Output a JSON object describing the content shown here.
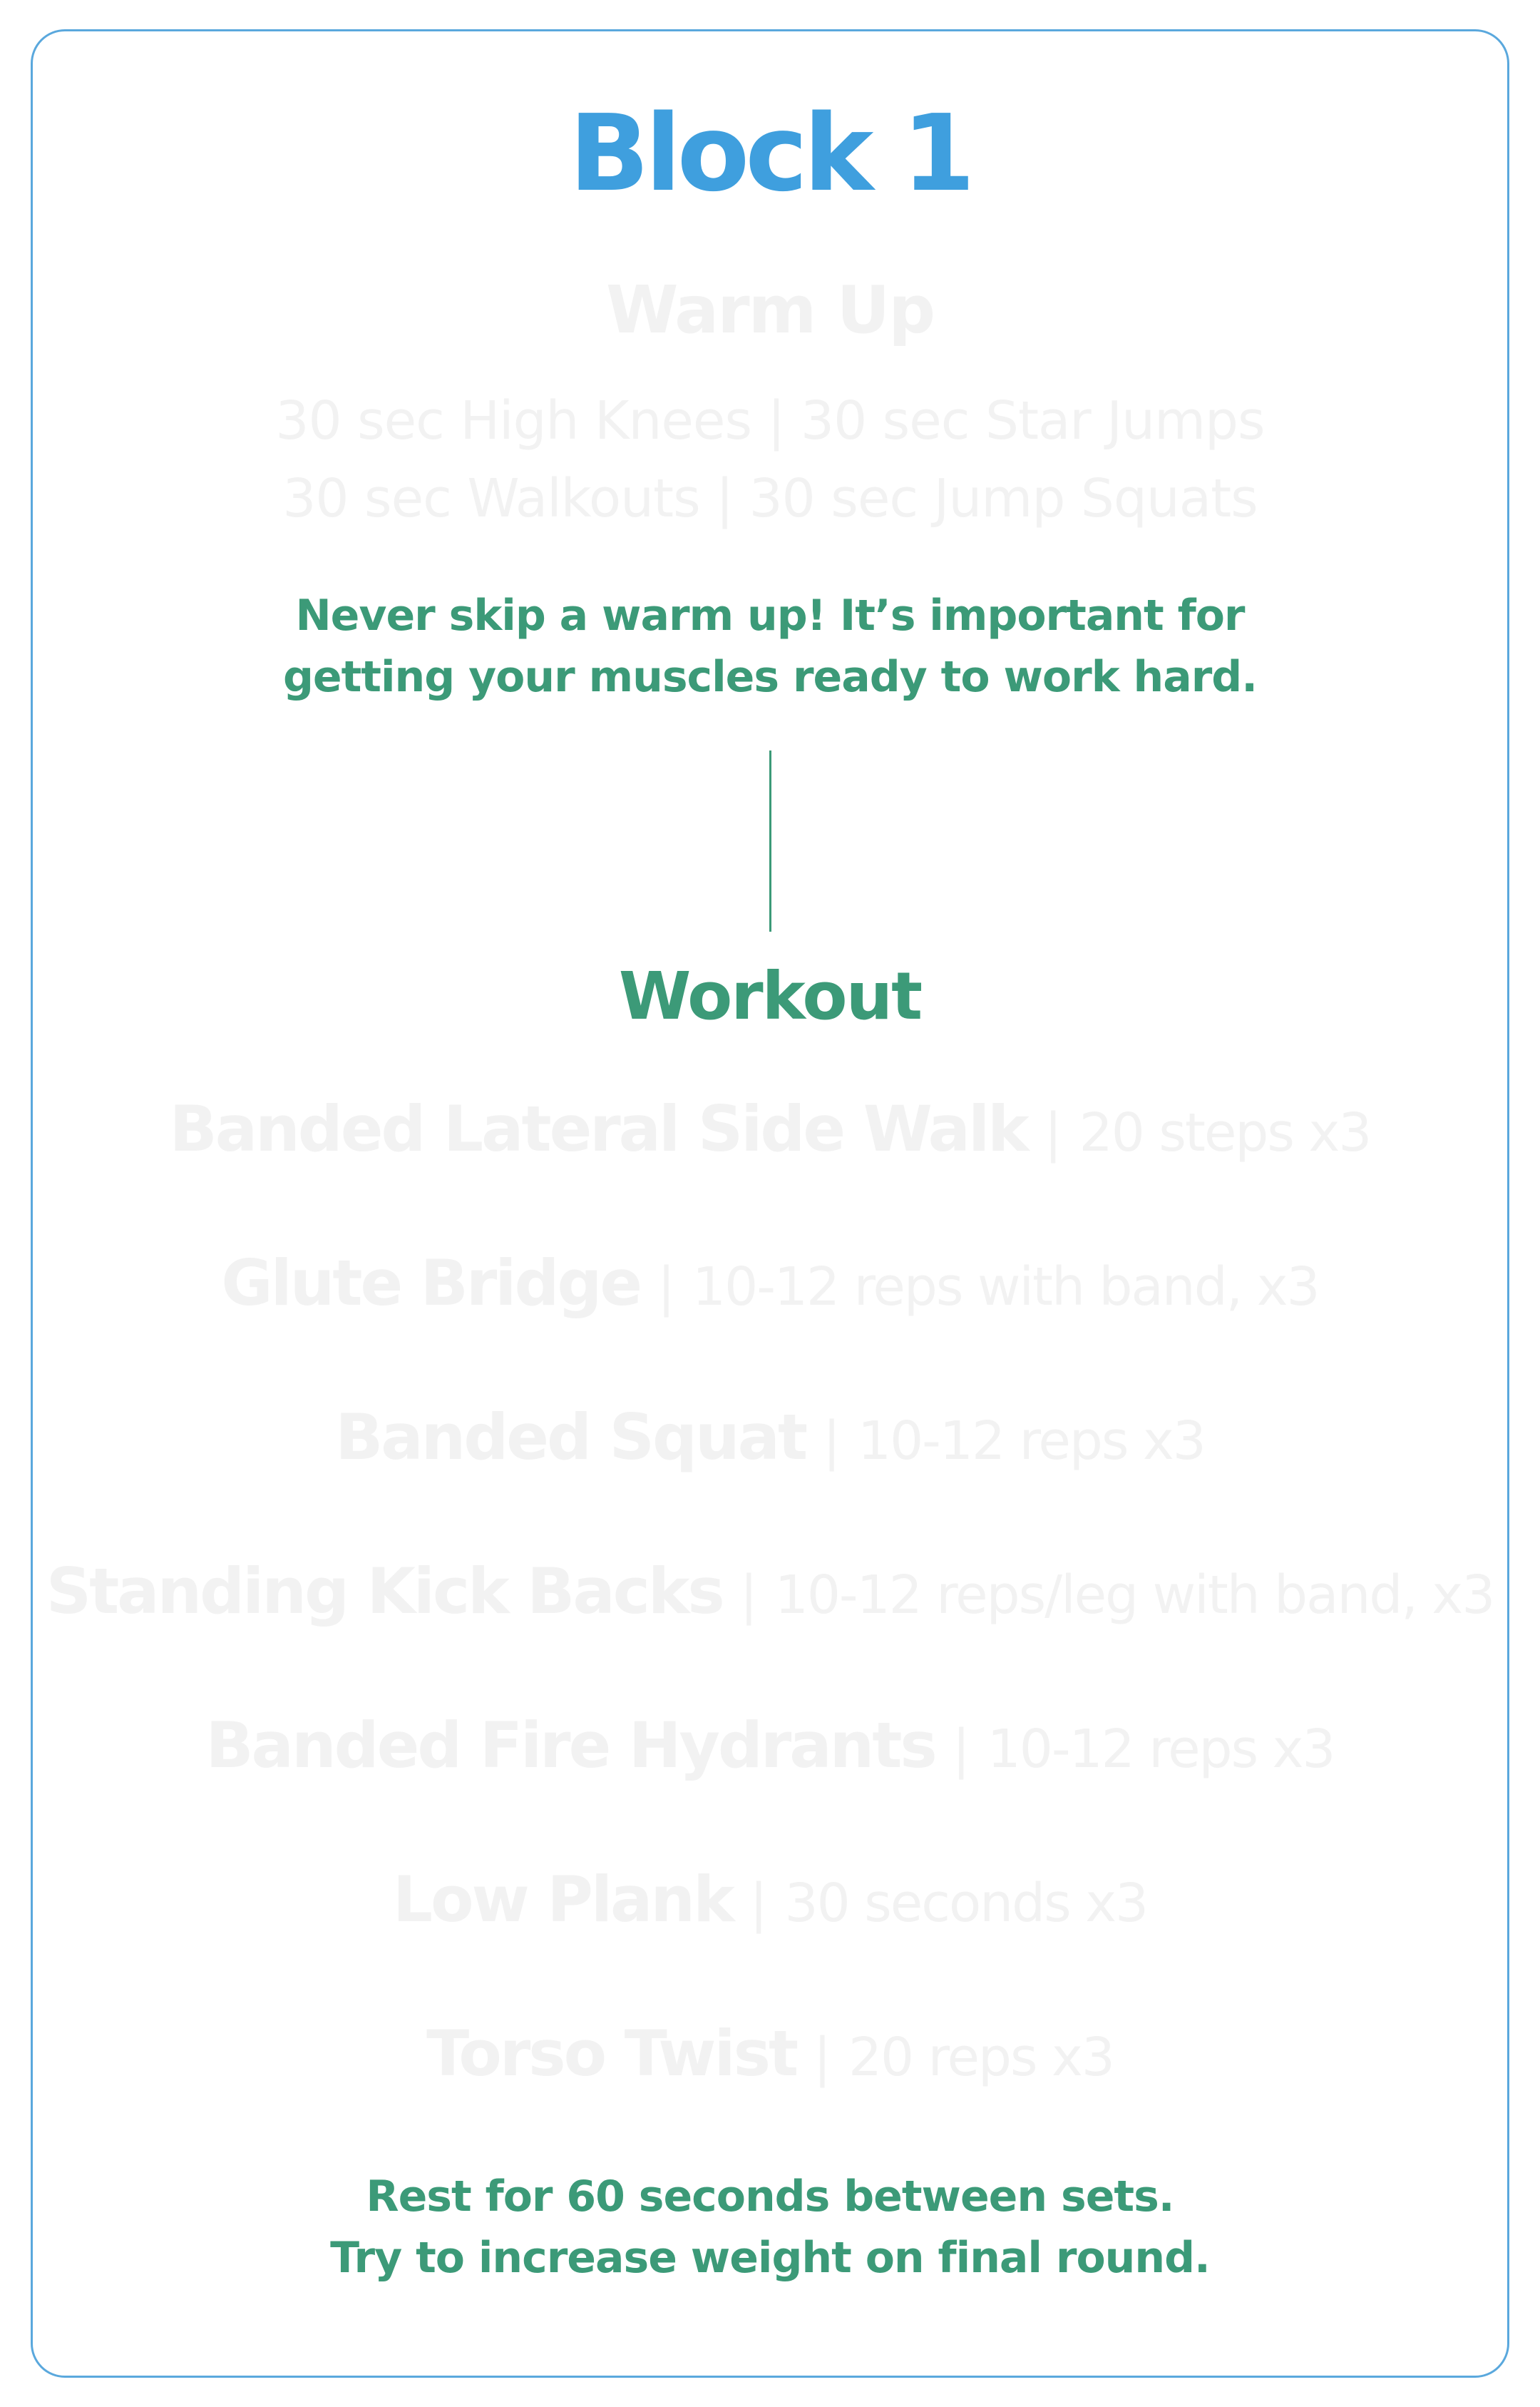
{
  "title": "Block 1",
  "warm_up": {
    "heading": "Warm Up",
    "lines": [
      "30 sec High Knees | 30 sec Star Jumps",
      "30 sec Walkouts | 30 sec Jump Squats"
    ],
    "note_lines": [
      "Never skip a warm up! It’s important for",
      "getting your muscles ready to work hard."
    ]
  },
  "workout": {
    "heading": "Workout",
    "exercises": [
      {
        "name": "Banded Lateral Side Walk",
        "detail": "20 steps x3"
      },
      {
        "name": "Glute Bridge",
        "detail": "10-12 reps with band, x3"
      },
      {
        "name": "Banded Squat",
        "detail": "10-12 reps x3"
      },
      {
        "name": "Standing Kick Backs",
        "detail": "10-12 reps/leg with band, x3"
      },
      {
        "name": "Banded Fire Hydrants",
        "detail": "10-12 reps x3"
      },
      {
        "name": "Low Plank",
        "detail": "30 seconds x3"
      },
      {
        "name": "Torso Twist",
        "detail": "20 reps x3"
      }
    ],
    "separator": "|",
    "note_lines": [
      "Rest for 60 seconds between sets.",
      "Try to increase weight on final round."
    ]
  },
  "colors": {
    "title_blue": "#3f9fde",
    "border_blue": "#5aa8dd",
    "accent_green": "#3c9a78",
    "faded_text": "#f2f2f2"
  }
}
